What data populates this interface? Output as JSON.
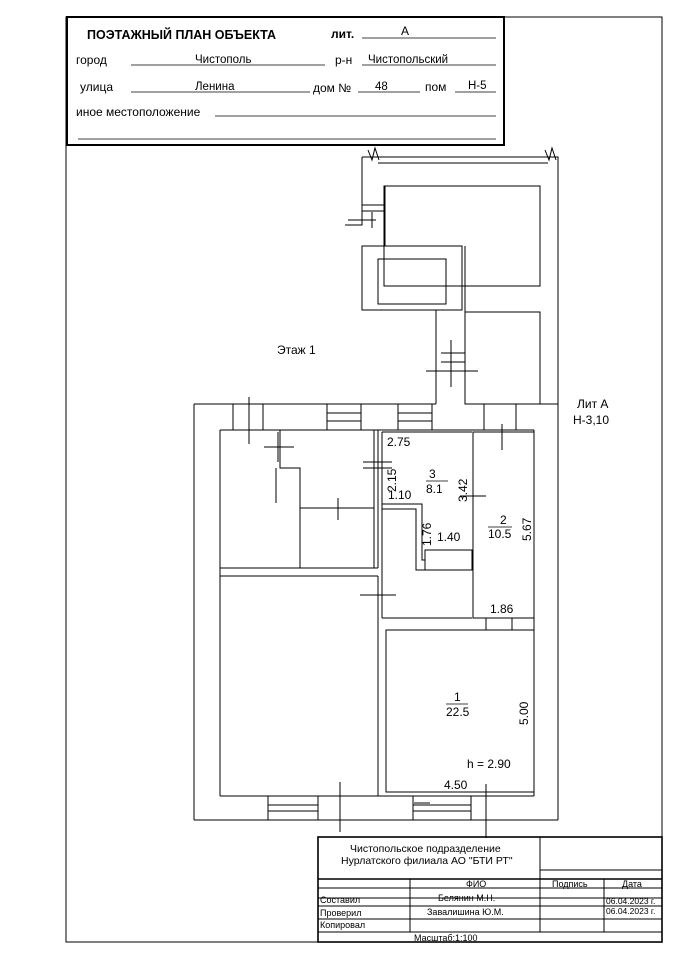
{
  "header": {
    "title": "ПОЭТАЖНЫЙ ПЛАН ОБЪЕКТА",
    "lit_label": "лит.",
    "lit_value": "А",
    "city_label": "город",
    "city_value": "Чистополь",
    "district_label": "р-н",
    "district_value": "Чистопольский",
    "street_label": "улица",
    "street_value": "Ленина",
    "house_label": "дом №",
    "house_value": "48",
    "premises_label": "пом",
    "premises_value": "Н-5",
    "other_location_label": "иное местоположение"
  },
  "plan": {
    "floor_label": "Этаж 1",
    "lit_label": "Лит А",
    "lit_code": "Н-3,10",
    "room1": {
      "number": "1",
      "area": "22.5",
      "width": "4.50",
      "length": "5.00",
      "height": "h = 2.90"
    },
    "room2": {
      "number": "2",
      "area": "10.5",
      "length": "5.67",
      "width_inner": "3.42",
      "width": "1.86"
    },
    "room3": {
      "number": "3",
      "area": "8.1",
      "width": "2.75",
      "height_dim": "2.15",
      "dim_a": "1.10",
      "dim_b": "1.76",
      "dim_c": "1.40"
    }
  },
  "stamp": {
    "org_line1": "Чистопольское подразделение",
    "org_line2": "Нурлатского филиала АО \"БТИ РТ\"",
    "col_fio": "ФИО",
    "col_sign": "Подпись",
    "col_date": "Дата",
    "rows": [
      {
        "role": "Составил",
        "name": "Белянин М.Н.",
        "date": "06.04.2023 г."
      },
      {
        "role": "Проверил",
        "name": "Завалишина Ю.М.",
        "date": "06.04.2023 г."
      },
      {
        "role": "Копировал",
        "name": "",
        "date": ""
      }
    ],
    "scale": "Масштаб:1:100"
  }
}
